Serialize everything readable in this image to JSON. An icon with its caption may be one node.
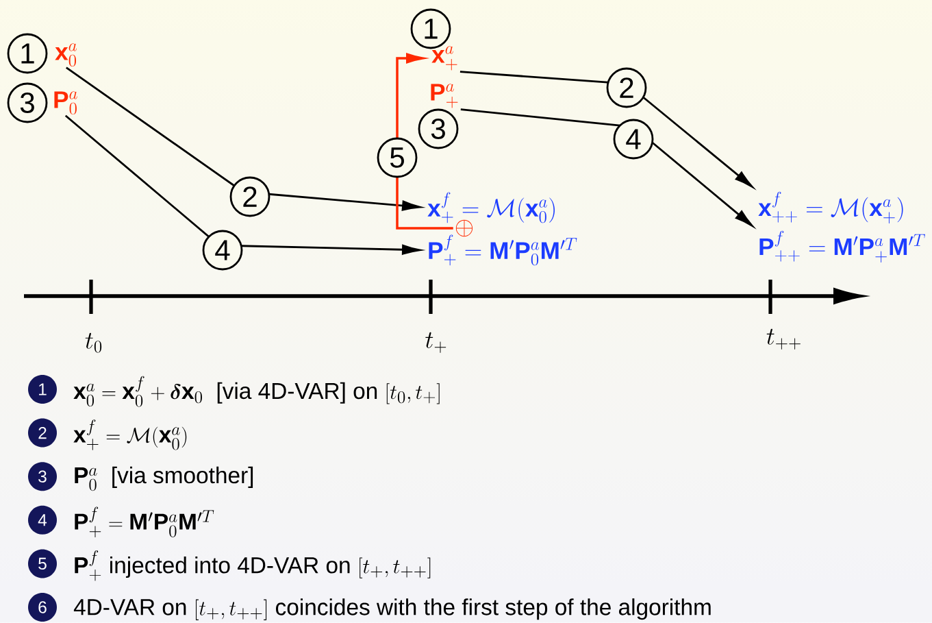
{
  "diagram": {
    "nodes": [
      {
        "text": [
          "\\mathbf{x}_0^a"
        ],
        "beside": [
          "1"
        ]
      },
      {
        "text": [
          "\\mathbf{P}_0^a"
        ],
        "beside": [
          "3"
        ]
      },
      {
        "text": [
          "\\mathbf{x}_+^a"
        ],
        "beside": [
          "1"
        ]
      },
      {
        "text": [
          "\\mathbf{P}_+^a"
        ],
        "beside": [
          "3"
        ]
      },
      {
        "text": [
          "\\mathbf{x}_+^f = \\mathcal{M}(\\mathbf{x}_0^a)"
        ]
      },
      {
        "text": [
          "\\mathbf{P}_+^f = \\mathbf{M}'\\mathbf{P}_0^a\\mathbf{M}'^T"
        ]
      },
      {
        "text": [
          "\\oplus"
        ]
      },
      {
        "text": [
          "\\mathbf{x}_{++}^f = \\mathcal{M}(\\mathbf{x}_+^a)"
        ]
      },
      {
        "text": [
          "\\mathbf{P}_{++}^f = \\mathbf{M}'\\mathbf{P}_+^a\\mathbf{M}'^T"
        ]
      }
    ],
    "edges": [
      {
        "from": 0,
        "to": 4,
        "arrow": "to",
        "label": "2"
      },
      {
        "from": 1,
        "to": 5,
        "arrow": "to",
        "label": "4"
      },
      {
        "from": 2,
        "to": 7,
        "arrow": "to",
        "label": "2"
      },
      {
        "from": 3,
        "to": 8,
        "arrow": "to",
        "label": "4"
      },
      {
        "from": 6,
        "to": 2,
        "arrow": "to",
        "label": "5",
        "color": "#ff2a00"
      }
    ],
    "labels": [
      "t_0",
      "t_+",
      "t_{++}",
      "1",
      "\\mathbf{x}_0^a = \\mathbf{x}_0^f + \\boldsymbol{\\delta}\\mathbf{x}_0\\ \\text{ [via 4D-VAR] on }[t_0, t_+]",
      "2",
      "\\mathbf{x}_+^f = \\mathcal{M}(\\mathbf{x}_0^a)",
      "3",
      "\\mathbf{P}_0^a\\ \\text{ [via smoother]}",
      "4",
      "\\mathbf{P}_+^f = \\mathbf{M}'\\mathbf{P}_0^a\\mathbf{M}'^T",
      "5",
      "\\mathbf{P}_+^f\\text{ injected into 4D-VAR on }[t_+, t_{++}]",
      "6",
      "\\text{4D-VAR on }[t_+, t_{++}]\\text{ coincides with the first step of the algorithm}"
    ]
  }
}
